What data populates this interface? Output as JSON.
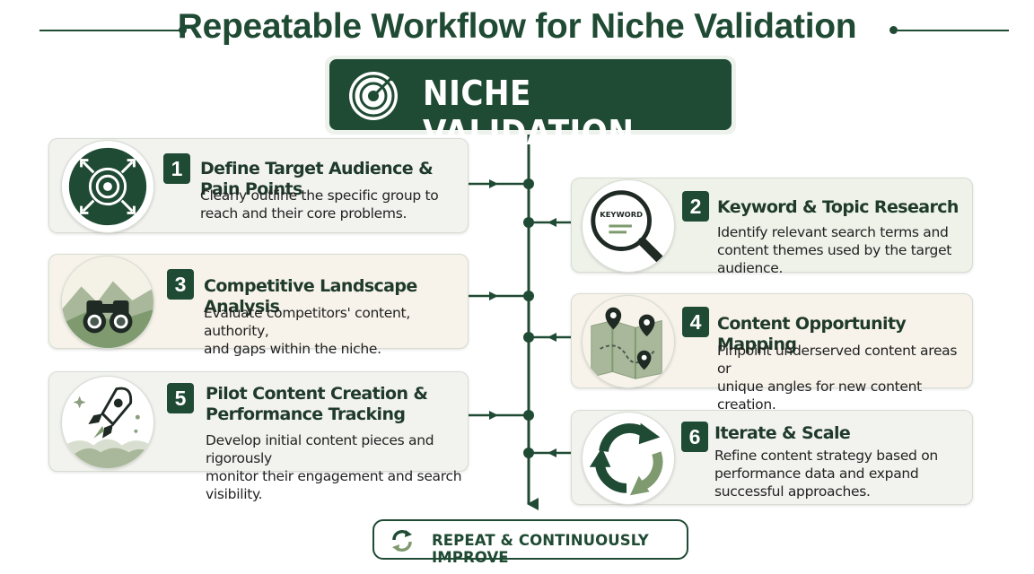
{
  "title": "Repeatable Workflow for Niche Validation",
  "hub": {
    "label": "NICHE VALIDATION",
    "icon": "target-icon"
  },
  "colors": {
    "primary": "#1f4a33",
    "accent_green": "#7e9a6e",
    "card_gray": "#f2f3ef",
    "card_beige": "#f7f3ea",
    "card_green": "#eef2e9"
  },
  "steps": [
    {
      "number": "1",
      "title": "Define Target Audience & Pain Points",
      "description_lines": [
        "Clearly outline the specific group to",
        "reach and their core problems."
      ],
      "icon": "target-arrows-icon"
    },
    {
      "number": "2",
      "title": "Keyword & Topic Research",
      "description_lines": [
        "Identify relevant search terms and",
        "content themes used by the target audience."
      ],
      "icon": "magnifier-keyword-icon",
      "icon_label": "KEYWORD"
    },
    {
      "number": "3",
      "title": "Competitive Landscape Analysis",
      "description_lines": [
        "Evaluate competitors' content, authority,",
        "and gaps within the niche."
      ],
      "icon": "binoculars-icon"
    },
    {
      "number": "4",
      "title": "Content Opportunity Mapping",
      "description_lines": [
        "Pinpoint underserved content areas or",
        "unique angles for new content creation."
      ],
      "icon": "map-pins-icon"
    },
    {
      "number": "5",
      "title_lines": [
        "Pilot Content Creation &",
        "Performance Tracking"
      ],
      "description_lines": [
        "Develop initial content pieces and rigorously",
        "monitor their engagement and search visibility."
      ],
      "icon": "rocket-icon"
    },
    {
      "number": "6",
      "title": "Iterate & Scale",
      "description_lines": [
        "Refine content strategy based on",
        "performance data and expand",
        "successful approaches."
      ],
      "icon": "cycle-arrows-icon"
    }
  ],
  "footer": {
    "label": "REPEAT & CONTINUOUSLY IMPROVE",
    "icon": "refresh-icon"
  }
}
